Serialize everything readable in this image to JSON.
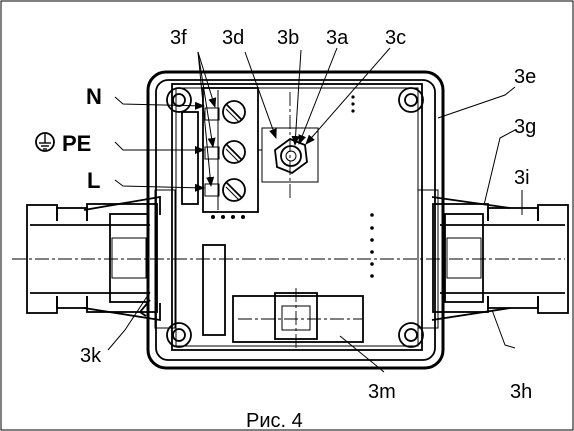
{
  "labels": {
    "3f": "3f",
    "3d": "3d",
    "3b": "3b",
    "3a": "3a",
    "3c": "3c",
    "3e": "3e",
    "3g": "3g",
    "3i": "3i",
    "3k": "3k",
    "3m": "3m",
    "3h": "3h",
    "N": "N",
    "PE": "PE",
    "L": "L"
  },
  "caption": "Рис. 4"
}
